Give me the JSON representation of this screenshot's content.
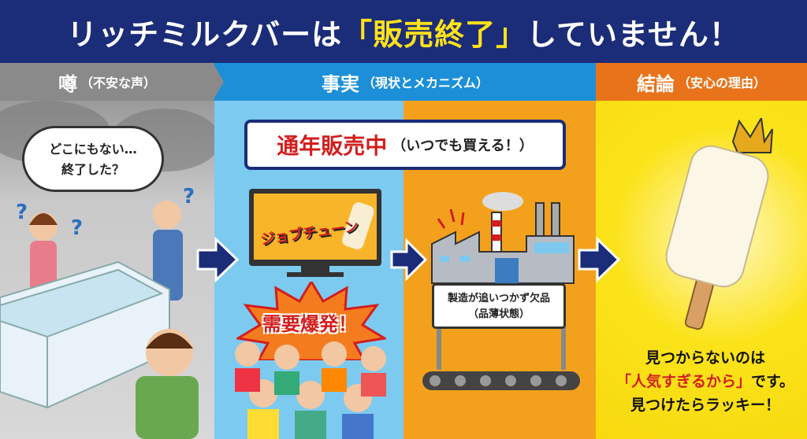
{
  "title": {
    "pre": "リッチミルクバーは",
    "highlight": "「販売終了」",
    "post": "していません！"
  },
  "sections": [
    {
      "label": "噂",
      "sub": "（不安な声）",
      "color": "#8a8a8a"
    },
    {
      "label": "事実",
      "sub": "（現状とメカニズム）",
      "color": "#1c8fd8"
    },
    {
      "label": "結論",
      "sub": "（安心の理由）",
      "color": "#e8731a"
    }
  ],
  "rumor": {
    "bubble_line1": "どこにもない…",
    "bubble_line2": "終了した？"
  },
  "fact": {
    "banner_main": "通年販売中",
    "banner_sub": "（いつでも買える！）",
    "tv_logo": "ジョブチューン",
    "boom": "需要爆発！",
    "sign_line1": "製造が追いつかず欠品",
    "sign_line2": "（品薄状態）"
  },
  "conclusion": {
    "line1": "見つからないのは",
    "line2_red": "「人気すぎるから」",
    "line2_post": "です。",
    "line3": "見つけたらラッキー！"
  },
  "icons": [
    "question-mark-icon",
    "arrow-right-icon",
    "tv-icon",
    "factory-icon",
    "conveyor-icon",
    "ice-bar-icon",
    "crown-icon"
  ]
}
